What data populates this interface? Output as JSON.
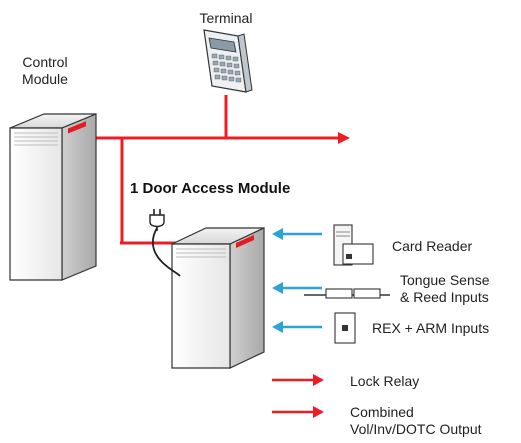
{
  "labels": {
    "terminal": "Terminal",
    "control_module_line1": "Control",
    "control_module_line2": "Module",
    "door_module": "1 Door Access Module",
    "card_reader": "Card Reader",
    "tongue_line1": "Tongue Sense",
    "tongue_line2": "& Reed Inputs",
    "rex_arm": "REX + ARM Inputs",
    "lock_relay": "Lock Relay",
    "combined_line1": "Combined",
    "combined_line2": "Vol/Inv/DOTC Output"
  },
  "colors": {
    "bus_red": "#ee1c24",
    "input_blue": "#2ba3d6",
    "accent_red": "#e31b23",
    "outline": "#222222"
  },
  "icons": {
    "control_module": "server-tower-icon",
    "door_module": "server-tower-icon",
    "terminal": "keypad-terminal-icon",
    "plug": "power-plug-icon",
    "card_reader": "card-reader-icon",
    "reed_switch": "reed-switch-icon",
    "rex_button": "push-button-icon"
  }
}
